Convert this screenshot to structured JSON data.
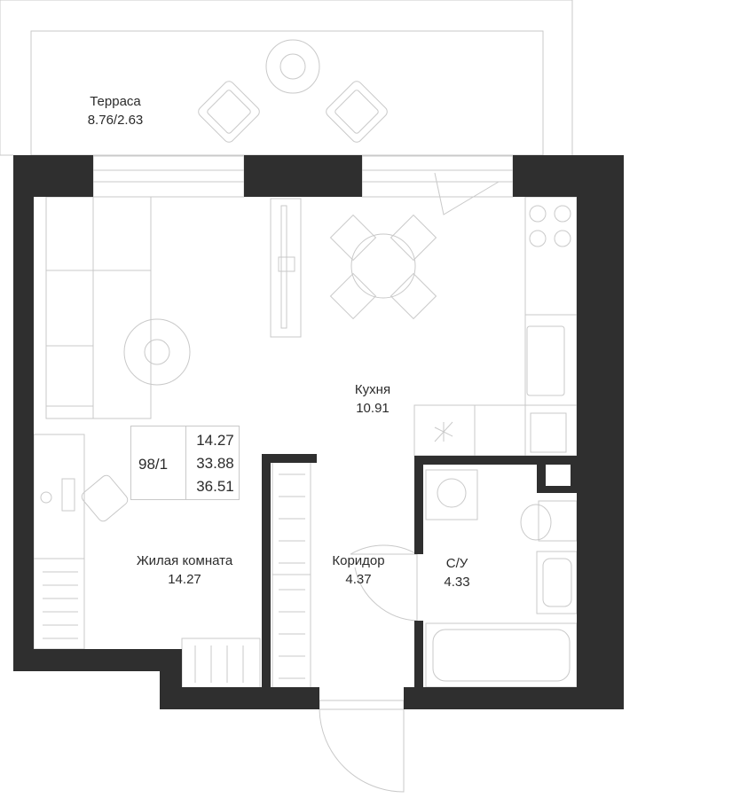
{
  "rooms": {
    "terrace": {
      "name": "Терраса",
      "area": "8.76/2.63"
    },
    "kitchen": {
      "name": "Кухня",
      "area": "10.91"
    },
    "living": {
      "name": "Жилая комната",
      "area": "14.27"
    },
    "corridor": {
      "name": "Коридор",
      "area": "4.37"
    },
    "bathroom": {
      "name": "С/У",
      "area": "4.33"
    }
  },
  "apartment": {
    "number": "98/1",
    "living_area": "14.27",
    "total_area": "33.88",
    "total_with_terrace": "36.51"
  },
  "colors": {
    "wall": "#2f2f2f",
    "line": "#c9c9c9",
    "text": "#2b2b2b"
  }
}
